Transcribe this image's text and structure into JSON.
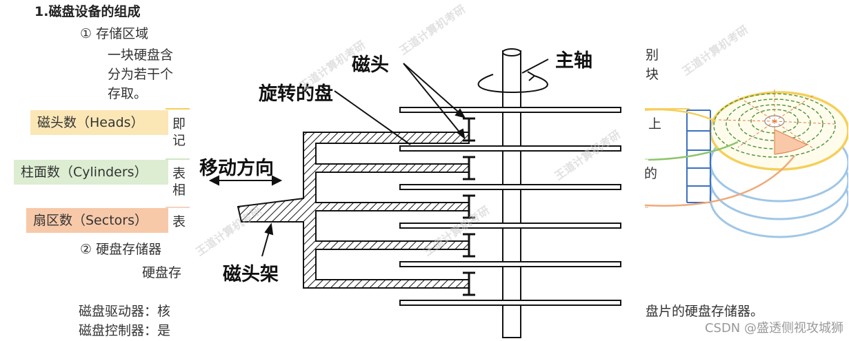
{
  "section_title": "1.磁盘设备的组成",
  "storage_area": {
    "heading": "① 存储区域",
    "line1_left": "一块硬盘含",
    "line1_right": "别",
    "line2_left": "分为若干个",
    "line2_right": "块",
    "line3": "存取。"
  },
  "params": [
    {
      "label": "磁头数（Heads）",
      "text_line1": "即",
      "text_line2": "记",
      "right": "上"
    },
    {
      "label": "柱面数（Cylinders）",
      "text_line1": "表",
      "text_line2": "相",
      "right": "的"
    },
    {
      "label": "扇区数（Sectors）",
      "text_line1": "表",
      "text_line2": "",
      "right": ""
    }
  ],
  "hdd_storage": {
    "heading": "② 硬盘存储器",
    "line1": "硬盘存"
  },
  "drive_line": {
    "left": "磁盘驱动器：核",
    "right": "盘片的硬盘存储器。"
  },
  "controller_line": {
    "left": "磁盘控制器：是"
  },
  "diagram_labels": {
    "head": "磁头",
    "spindle": "主轴",
    "rotating_disk": "旋转的盘",
    "move_direction": "移动方向",
    "head_arm": "磁头架"
  },
  "watermark": "王道计算机考研",
  "footer": "CSDN @盛透侧视攻城狮",
  "colors": {
    "heads_tag": "#fbe7b6",
    "cylinders_tag": "#dcedd2",
    "sectors_tag": "#f7c9a9",
    "platter_top_ring": "#f5cf5a",
    "platter_rings": "#9fc6e6",
    "sector_fill": "#f8c8a8",
    "track_dashes": "#4a8f3a",
    "connector_blue": "#3b6fc1"
  }
}
